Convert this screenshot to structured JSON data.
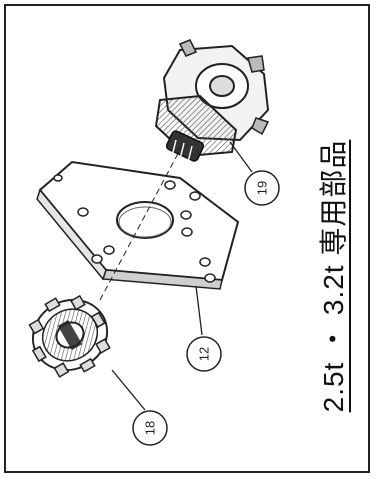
{
  "callouts": {
    "gear": "18",
    "plate": "12",
    "hub": "19"
  },
  "caption": "2.5t ・ 3.2t 専用部品"
}
